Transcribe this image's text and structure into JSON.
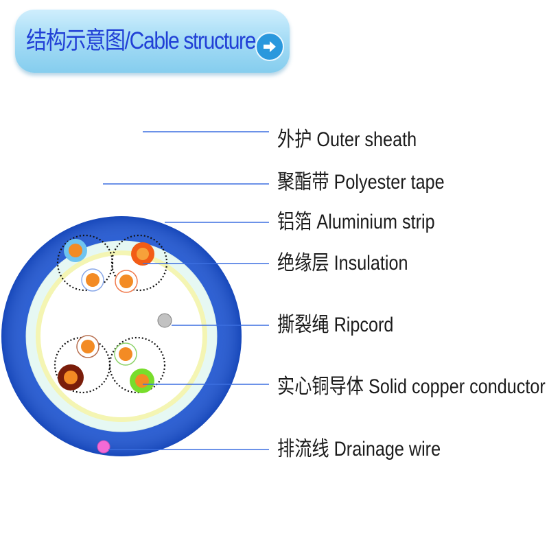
{
  "header": {
    "title": "结构示意图/Cable structure",
    "arrow_icon": "arrow-right-icon"
  },
  "colors": {
    "outer_sheath": "#1d55d3",
    "polyester_tape": "#e6f8f3",
    "aluminium_strip": "#f4f5b3",
    "leader_line": "#3b6fe0",
    "ripcord": "#c2c2c2",
    "drainage_wire": "#f36ad6"
  },
  "callouts": [
    {
      "cn": "外护",
      "en": "Outer sheath"
    },
    {
      "cn": "聚酯带",
      "en": "Polyester tape"
    },
    {
      "cn": "铝箔",
      "en": "Aluminium strip"
    },
    {
      "cn": "绝缘层",
      "en": "Insulation"
    },
    {
      "cn": "撕裂绳",
      "en": "Ripcord"
    },
    {
      "cn": "实心铜导体",
      "en": "Solid copper conductor"
    },
    {
      "cn": "排流线",
      "en": "Drainage wire"
    }
  ]
}
